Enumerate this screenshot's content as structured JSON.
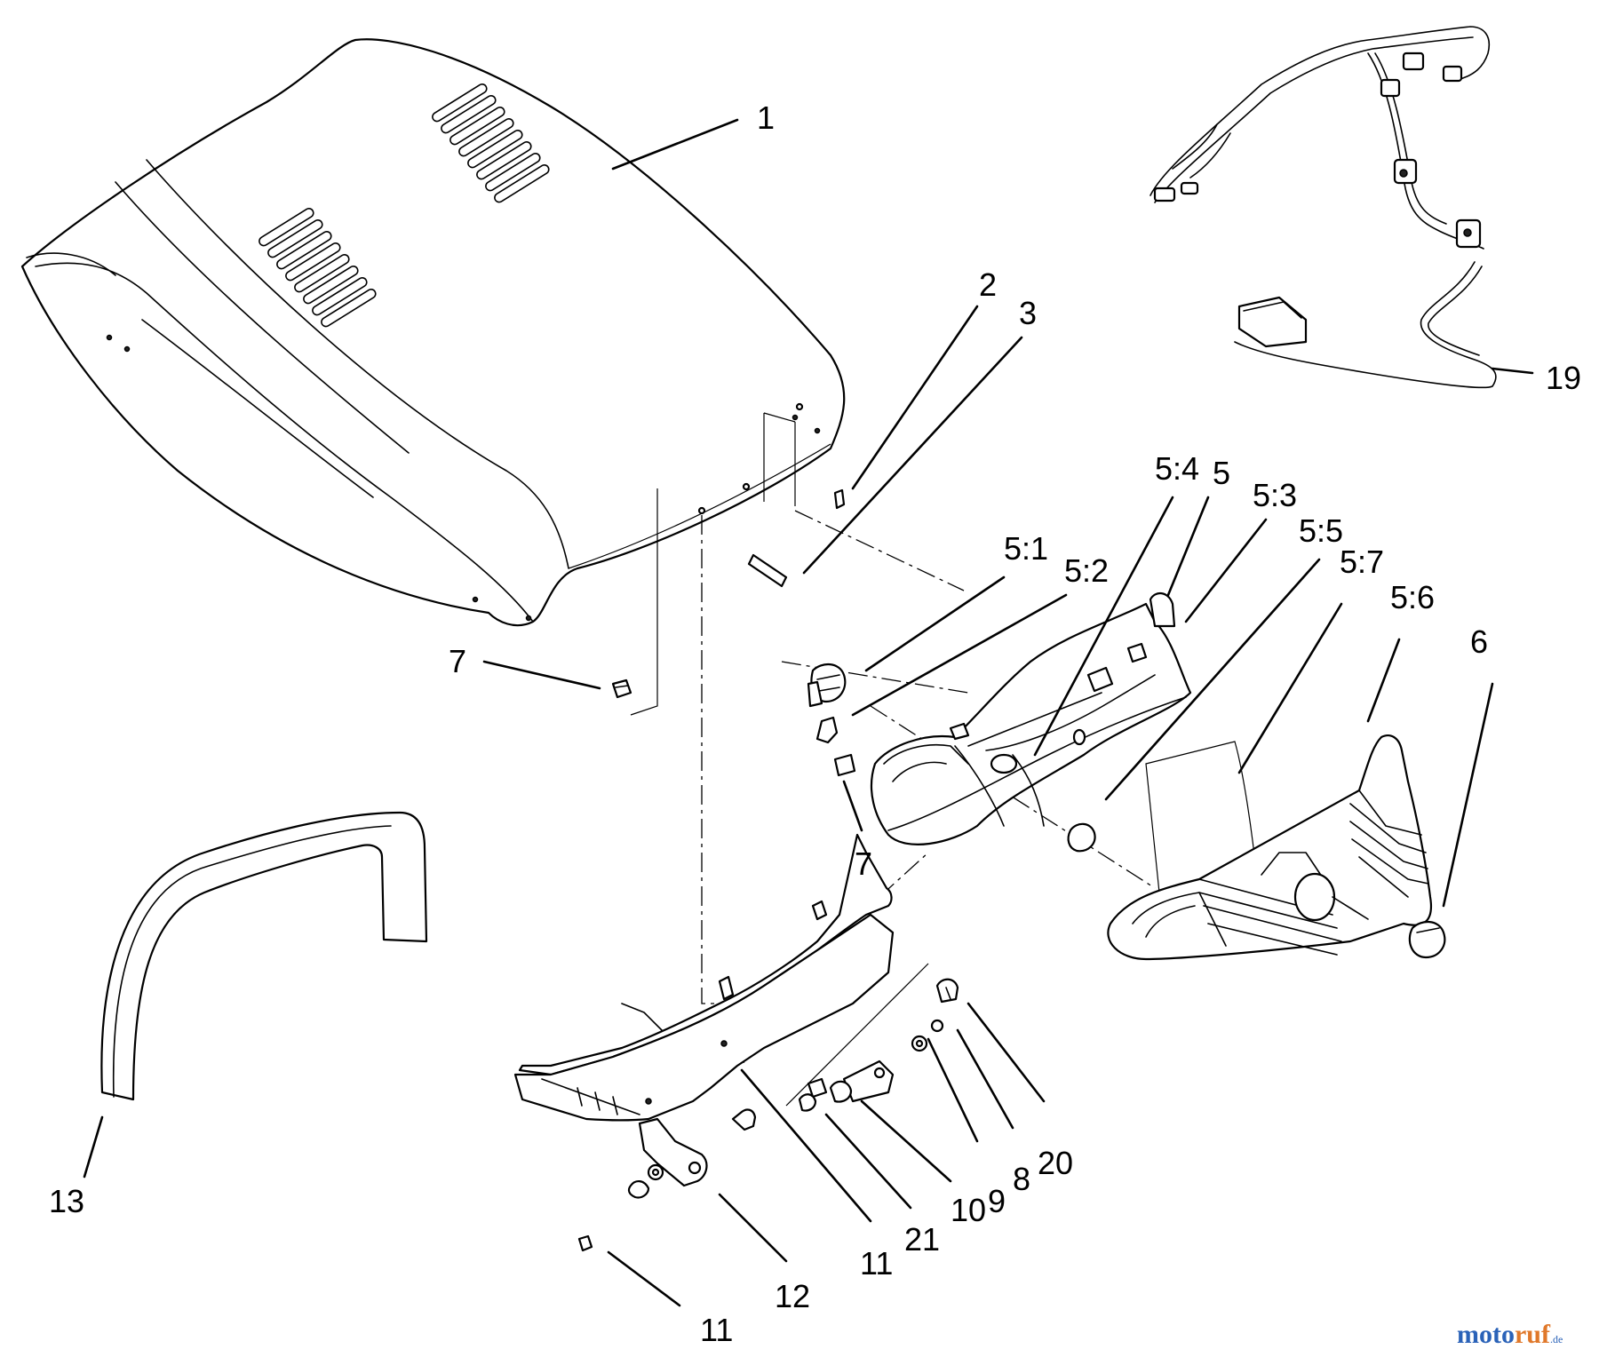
{
  "diagram": {
    "callouts": [
      {
        "id": "c1",
        "label": "1"
      },
      {
        "id": "c2",
        "label": "2"
      },
      {
        "id": "c3",
        "label": "3"
      },
      {
        "id": "c19",
        "label": "19"
      },
      {
        "id": "c5-4",
        "label": "5:4"
      },
      {
        "id": "c5",
        "label": "5"
      },
      {
        "id": "c5-3",
        "label": "5:3"
      },
      {
        "id": "c5-5",
        "label": "5:5"
      },
      {
        "id": "c5-1",
        "label": "5:1"
      },
      {
        "id": "c5-2",
        "label": "5:2"
      },
      {
        "id": "c5-7",
        "label": "5:7"
      },
      {
        "id": "c5-6",
        "label": "5:6"
      },
      {
        "id": "c6",
        "label": "6"
      },
      {
        "id": "c7a",
        "label": "7"
      },
      {
        "id": "c7b",
        "label": "7"
      },
      {
        "id": "c13",
        "label": "13"
      },
      {
        "id": "c20",
        "label": "20"
      },
      {
        "id": "c8",
        "label": "8"
      },
      {
        "id": "c9",
        "label": "9"
      },
      {
        "id": "c10",
        "label": "10"
      },
      {
        "id": "c21",
        "label": "21"
      },
      {
        "id": "c11a",
        "label": "11"
      },
      {
        "id": "c12",
        "label": "12"
      },
      {
        "id": "c11b",
        "label": "11"
      }
    ]
  },
  "watermark": {
    "part1": "moto",
    "part2": "ruf",
    "suffix": ".de"
  }
}
